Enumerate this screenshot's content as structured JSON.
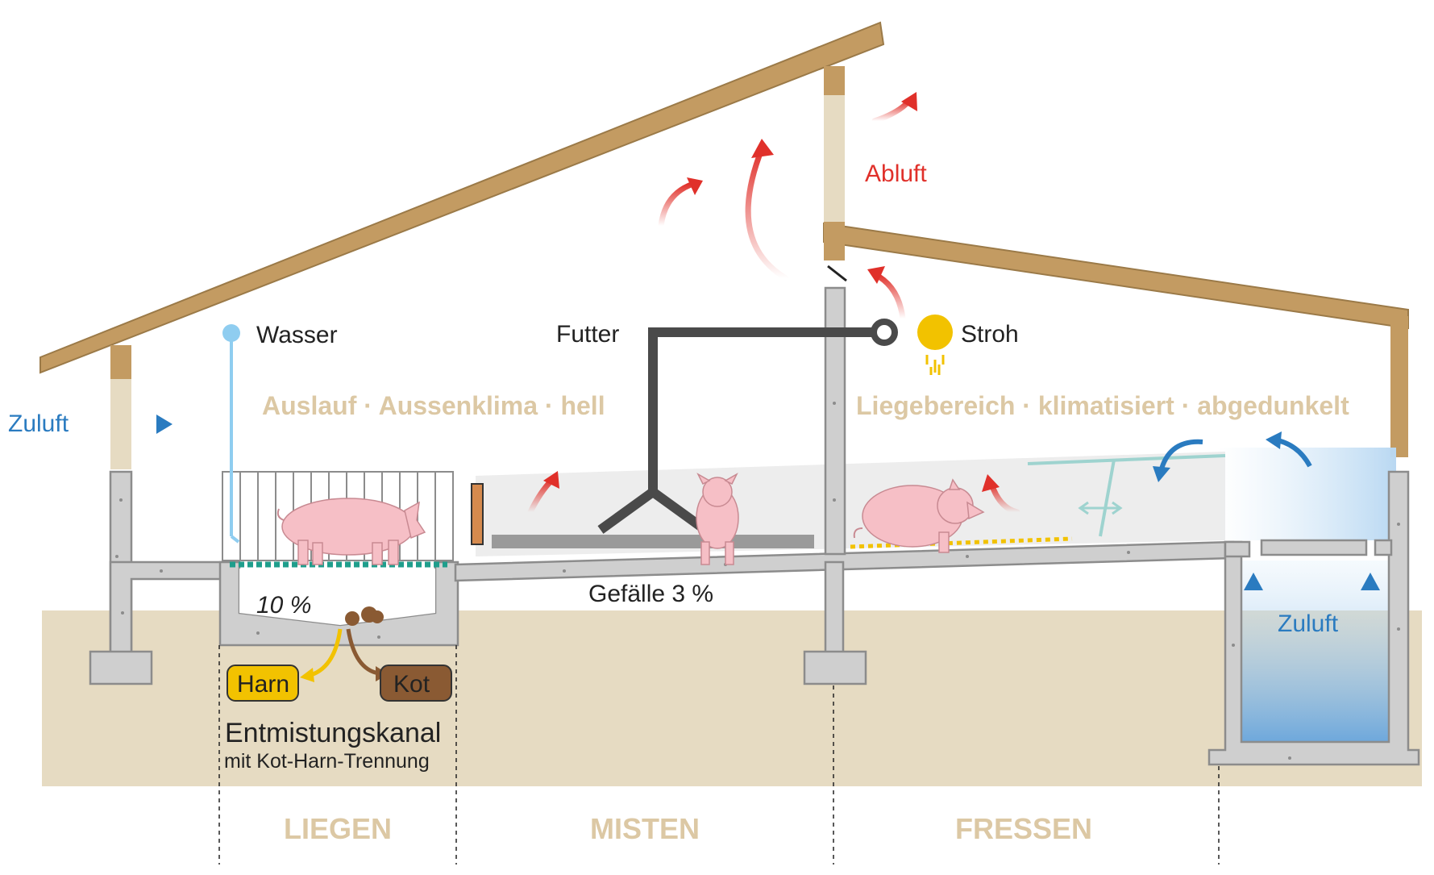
{
  "labels": {
    "wasser": "Wasser",
    "futter": "Futter",
    "stroh": "Stroh",
    "abluft": "Abluft",
    "zuluft_left": "Zuluft",
    "zuluft_right": "Zuluft",
    "slope_pit": "10 %",
    "slope_floor": "Gefälle 3 %",
    "harn": "Harn",
    "kot": "Kot",
    "channel_title": "Entmistungskanal",
    "channel_sub": "mit Kot-Harn-Trennung"
  },
  "zones": {
    "outdoor": "Auslauf · Aussenklima · hell",
    "lying_area": "Liegebereich · klimatisiert · abgedunkelt"
  },
  "columns": [
    "LIEGEN",
    "MISTEN",
    "FRESSEN"
  ],
  "colors": {
    "roof": "#c39b62",
    "ground": "#e6dbc2",
    "concrete": "#cfcfcf",
    "exhaust_air": "#e0302a",
    "supply_air": "#2a7bc0",
    "water": "#8fcdf0",
    "feed_pipe": "#4a4a4a",
    "straw": "#f2c200",
    "urine": "#f2c200",
    "manure": "#8a5a33",
    "slatted_floor": "#1f9e8c",
    "pig": "#f6bfc6"
  },
  "icons": [
    "pig-icon",
    "sun-icon",
    "water-drop-icon",
    "feed-ring-icon",
    "airflow-arrow-icon"
  ]
}
